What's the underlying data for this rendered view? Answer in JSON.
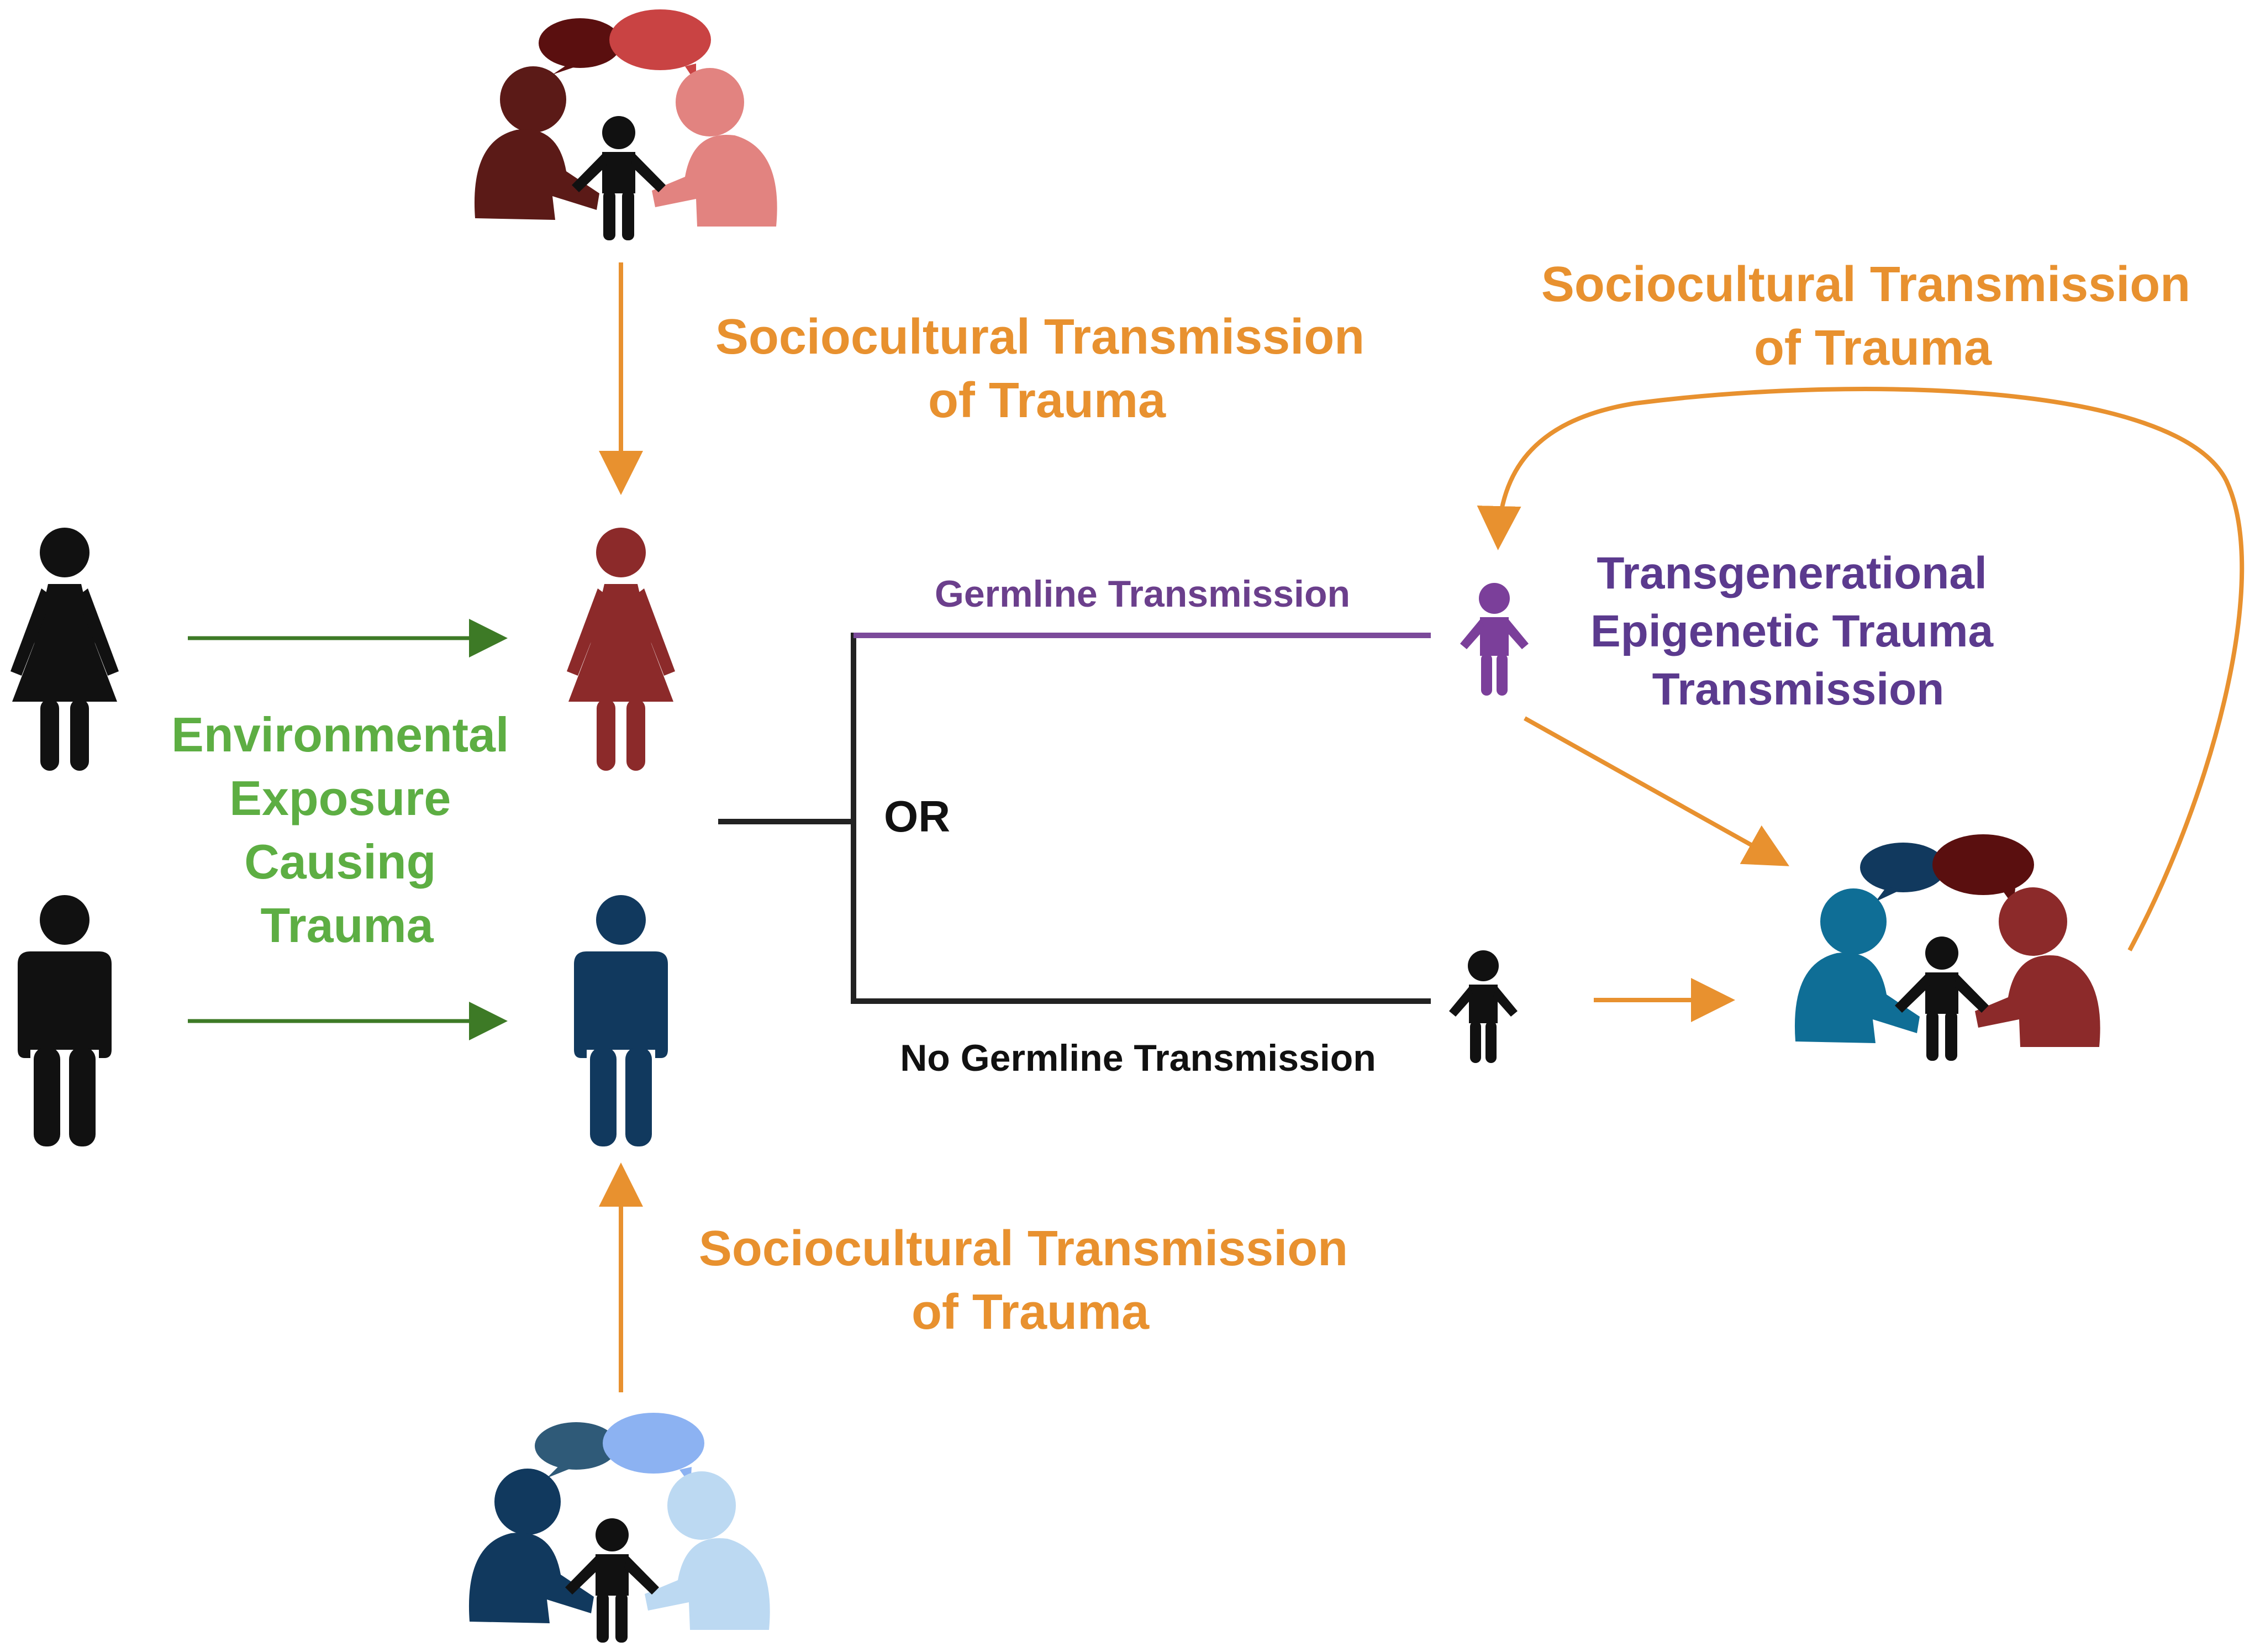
{
  "colors": {
    "orange": "#E8912F",
    "green": "#5DAE43",
    "dark_green_arrow": "#3D7A26",
    "purple": "#6B3F8C",
    "black": "#111111",
    "maroon": "#8C2A2A",
    "navy": "#11395E",
    "teal": "#0F6E96"
  },
  "labels": {
    "socio_top": [
      "Sociocultural Transmission",
      "of Trauma"
    ],
    "socio_bottom": [
      "Sociocultural Transmission",
      "of Trauma"
    ],
    "socio_right": [
      "Sociocultural Transmission",
      "of Trauma"
    ],
    "environmental": [
      "Environmental",
      "Exposure",
      "Causing",
      "Trauma"
    ],
    "germline": "Germline Transmission",
    "no_germline": "No Germline Transmission",
    "or": "OR",
    "transgenerational": [
      "Transgenerational",
      "Epigenetic Trauma",
      "Transmission"
    ]
  },
  "icons": [
    "woman-black-icon",
    "man-black-icon",
    "woman-maroon-icon",
    "man-navy-icon",
    "child-purple-icon",
    "child-black-icon",
    "family-group-red-icon",
    "family-group-blue-icon",
    "family-group-teal-icon"
  ]
}
